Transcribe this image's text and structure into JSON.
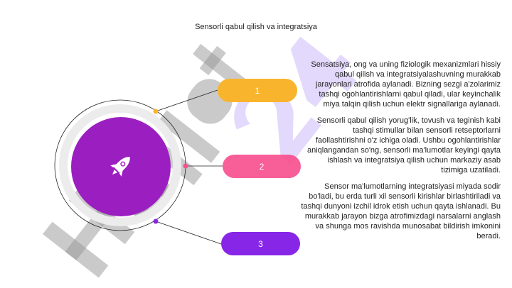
{
  "title": "Sensorli qabul qilish va integratsiya",
  "watermark": {
    "gray": "Hujjat",
    "lilac": "24"
  },
  "center_icon": "rocket-icon",
  "steps": [
    {
      "label": "1",
      "color": "#F9B42D"
    },
    {
      "label": "2",
      "color": "#F7508F"
    },
    {
      "label": "3",
      "color": "#8726E6"
    }
  ],
  "paragraphs": [
    "Sensatsiya, ong va uning fiziologik mexanizmlari hissiy qabul qilish va integratsiyalashuvning murakkab jarayonlari atrofida aylanadi. Bizning sezgi a'zolarimiz tashqi ogohlantirishlarni qabul qiladi, ular keyinchalik miya talqin qilish uchun elektr signallariga aylanadi.",
    "Sensorli qabul qilish yorug'lik, tovush va teginish kabi tashqi stimullar bilan sensorli retseptorlarni faollashtirishni o'z ichiga oladi. Ushbu ogohlantirishlar aniqlangandan so'ng, sensorli ma'lumotlar keyingi qayta ishlash va integratsiya qilish uchun markaziy asab tizimiga uzatiladi.",
    "Sensor ma'lumotlarning integratsiyasi miyada sodir bo'ladi, bu erda turli xil sensorli kirishlar birlashtiriladi va tashqi dunyoni izchil idrok etish uchun qayta ishlanadi. Bu murakkab jarayon bizga atrofimizdagi narsalarni anglash va shunga mos ravishda munosabat bildirish imkonini beradi."
  ]
}
